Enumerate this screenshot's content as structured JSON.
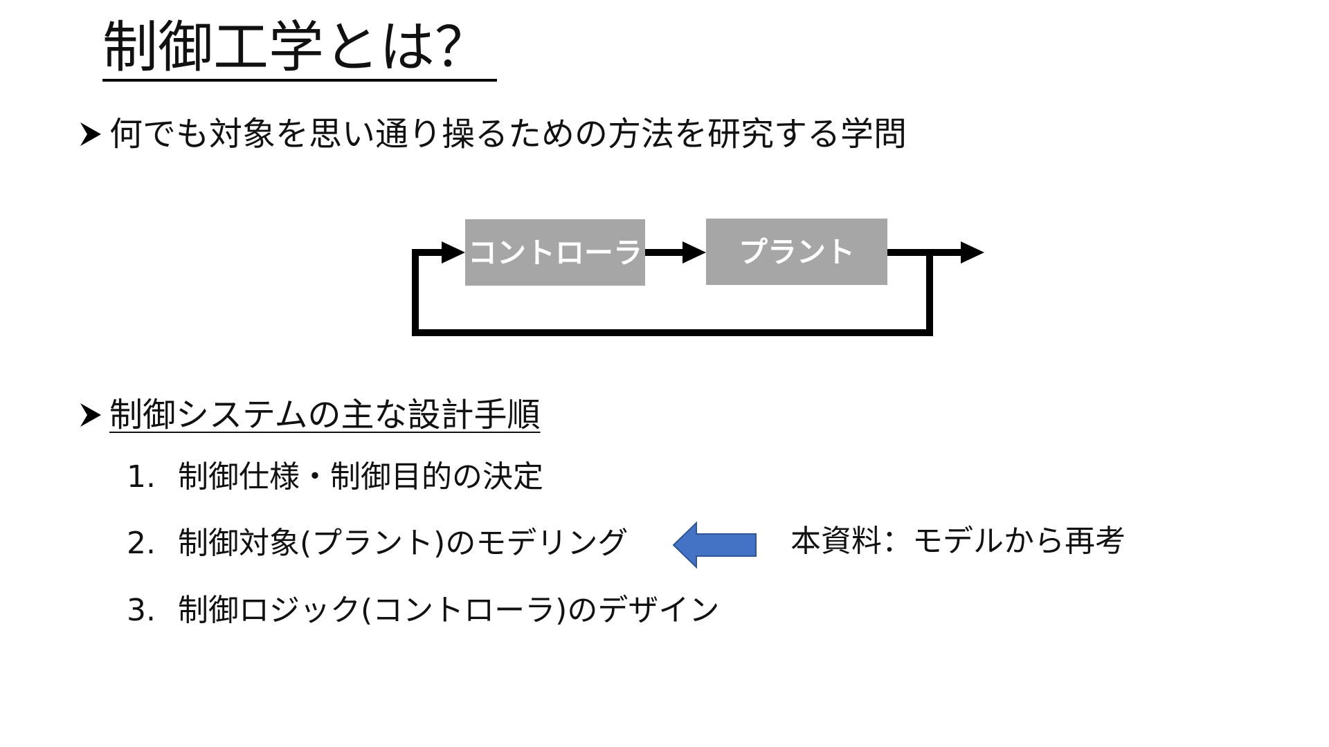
{
  "title": "制御工学とは？",
  "bullet1": "何でも対象を思い通り操るための方法を研究する学問",
  "diagram": {
    "controller_label": "コントローラ",
    "plant_label": "プラント",
    "block_fill": "#a6a6a6",
    "line_color": "#000000"
  },
  "bullet2": "制御システムの主な設計手順",
  "steps": [
    {
      "num": "1.",
      "text": "制御仕様・制御目的の決定"
    },
    {
      "num": "2.",
      "text": "制御対象(プラント)のモデリング"
    },
    {
      "num": "3.",
      "text": "制御ロジック(コントローラ)のデザイン"
    }
  ],
  "pointer": {
    "icon": "left-arrow-icon",
    "fill": "#4472c4",
    "stroke": "#2f5597"
  },
  "note": "本資料：モデルから再考"
}
